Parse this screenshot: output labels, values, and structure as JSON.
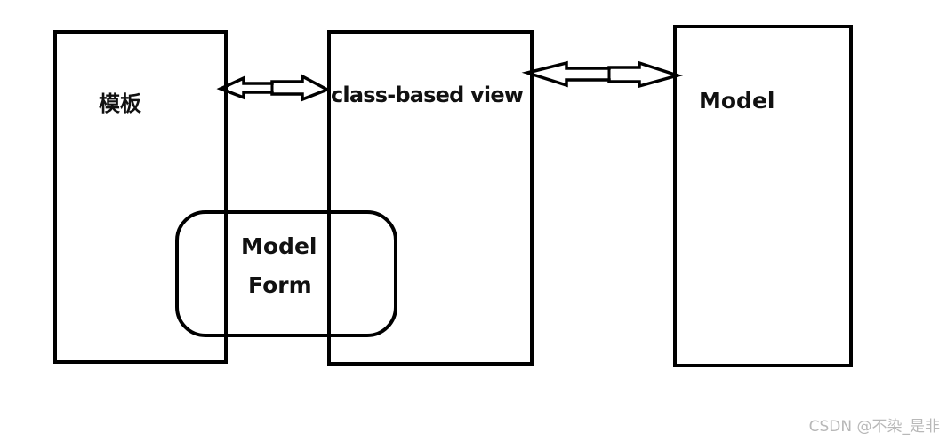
{
  "diagram": {
    "nodes": {
      "template": {
        "label": "模板"
      },
      "view": {
        "label": "class-based view"
      },
      "model": {
        "label": "Model"
      },
      "model_form": {
        "line1": "Model",
        "line2": "Form"
      }
    },
    "edges": [
      {
        "from": "template",
        "to": "view",
        "type": "bidirectional"
      },
      {
        "from": "view",
        "to": "model",
        "type": "bidirectional"
      }
    ],
    "colors": {
      "stroke": "#000000",
      "background": "#ffffff",
      "watermark": "#b8b8b8"
    }
  },
  "watermark": "CSDN @不染_是非"
}
